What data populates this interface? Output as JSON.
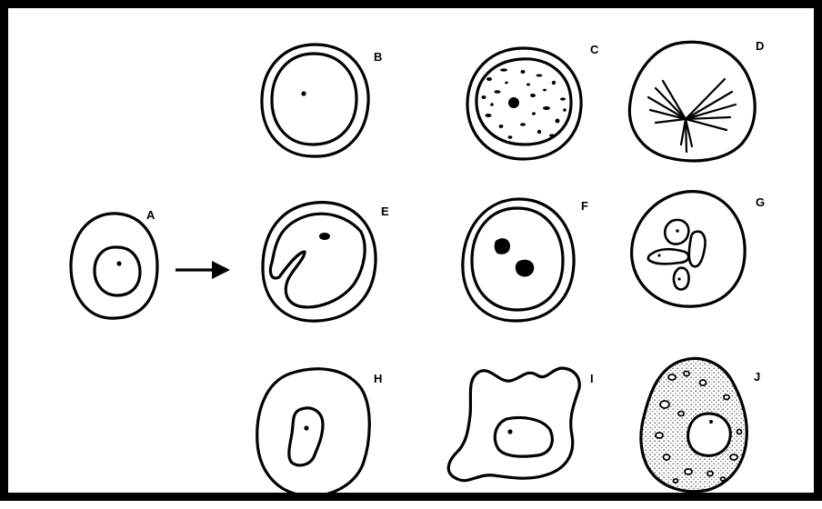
{
  "cells": [
    {
      "id": "A",
      "label": "A"
    },
    {
      "id": "B",
      "label": "B"
    },
    {
      "id": "C",
      "label": "C"
    },
    {
      "id": "D",
      "label": "D"
    },
    {
      "id": "E",
      "label": "E"
    },
    {
      "id": "F",
      "label": "F"
    },
    {
      "id": "G",
      "label": "G"
    },
    {
      "id": "H",
      "label": "H"
    },
    {
      "id": "I",
      "label": "I"
    },
    {
      "id": "J",
      "label": "J"
    }
  ],
  "colors": {
    "ink": "#000000",
    "background": "#ffffff",
    "stipple": "#bdbdbd"
  },
  "arrow": {
    "from": "A",
    "icon": "right-arrow-icon"
  }
}
